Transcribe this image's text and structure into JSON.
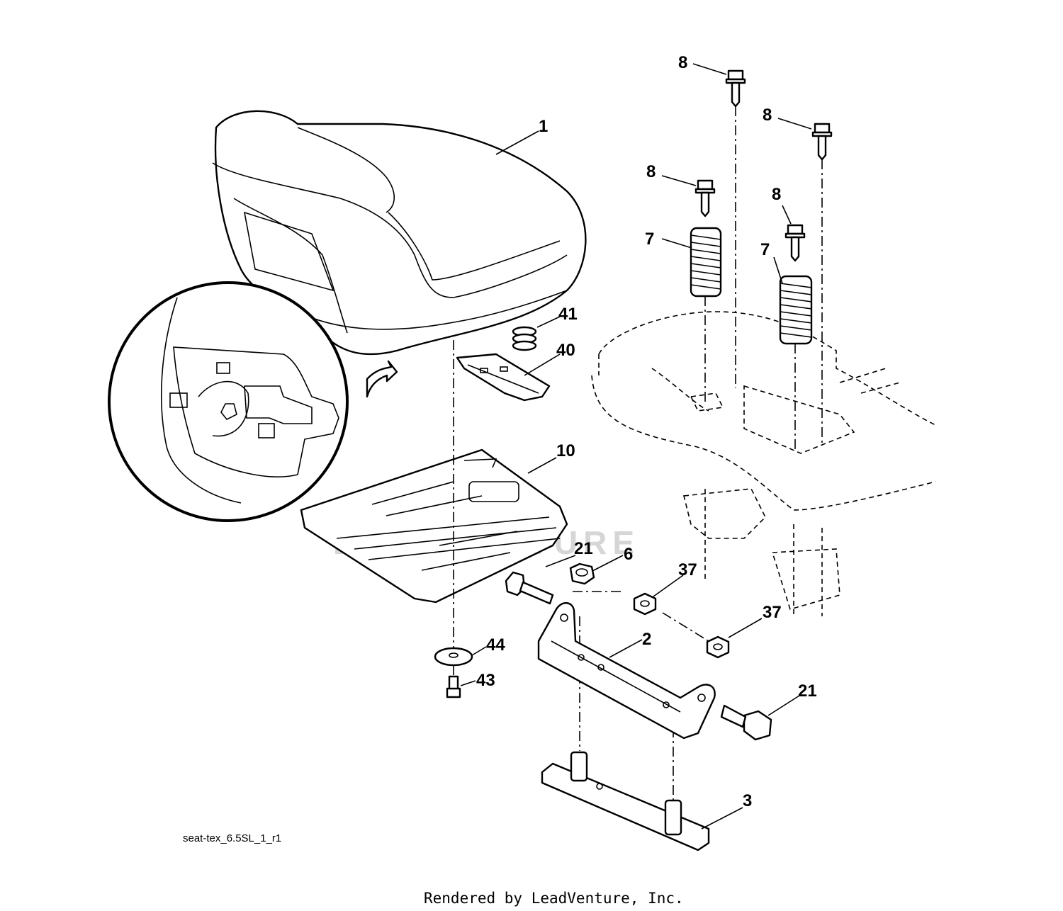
{
  "diagram": {
    "callouts": [
      {
        "id": "1"
      },
      {
        "id": "2"
      },
      {
        "id": "3"
      },
      {
        "id": "6"
      },
      {
        "id": "7"
      },
      {
        "id": "8"
      },
      {
        "id": "10"
      },
      {
        "id": "21"
      },
      {
        "id": "37"
      },
      {
        "id": "40"
      },
      {
        "id": "41"
      },
      {
        "id": "43"
      },
      {
        "id": "44"
      }
    ],
    "file_code": "seat-tex_6.5SL_1_r1",
    "credit": "Rendered by LeadVenture, Inc.",
    "watermark": "LEADVENTURE"
  }
}
